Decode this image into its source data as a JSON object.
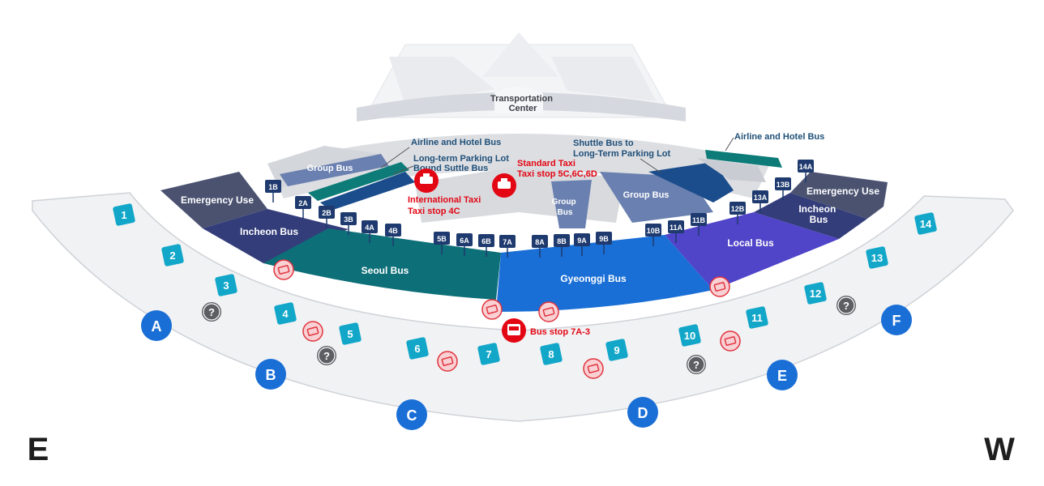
{
  "building": {
    "name": "Transportation\nCenter"
  },
  "zones": {
    "emergency_left": "Emergency Use",
    "incheon_bus_left": "Incheon Bus",
    "seoul_bus": "Seoul Bus",
    "gyeonggi_bus": "Gyeonggi Bus",
    "local_bus": "Local Bus",
    "incheon_bus_right": "Incheon\nBus",
    "emergency_right": "Emergency Use",
    "group_bus_left": "Group Bus",
    "group_bus_center": "Group\nBus",
    "group_bus_right": "Group Bus"
  },
  "callouts": {
    "airline_hotel_left": "Airline and Hotel Bus",
    "long_term_shuttle_left": "Long-term Parking Lot\nBound Suttle Bus",
    "shuttle_long_term_right": "Shuttle Bus to\nLong-Term Parking Lot",
    "airline_hotel_right": "Airline and Hotel Bus"
  },
  "transport_stops": {
    "international_taxi": "International Taxi\nTaxi stop 4C",
    "standard_taxi": "Standard Taxi\nTaxi stop 5C,6C,6D",
    "bus_stop": "Bus stop 7A-3"
  },
  "platform_tags": [
    "1B",
    "2A",
    "2B",
    "3B",
    "4A",
    "4B",
    "5B",
    "6A",
    "6B",
    "7A",
    "8A",
    "8B",
    "9A",
    "9B",
    "10B",
    "11A",
    "11B",
    "12B",
    "13A",
    "13B",
    "14A"
  ],
  "exit_gates": [
    "1",
    "2",
    "3",
    "4",
    "5",
    "6",
    "7",
    "8",
    "9",
    "10",
    "11",
    "12",
    "13",
    "14"
  ],
  "terminal_sections": [
    "A",
    "B",
    "C",
    "D",
    "E",
    "F"
  ],
  "compass": {
    "left": "E",
    "right": "W"
  },
  "colors": {
    "emergency": "#4a5270",
    "incheon": "#333d7a",
    "seoul": "#0d6f78",
    "gyeonggi": "#1a6fd6",
    "local": "#5044c8",
    "group": "#6a80b0",
    "gate": "#12a7c9",
    "section": "#1a6fd6",
    "alert": "#e30613"
  }
}
